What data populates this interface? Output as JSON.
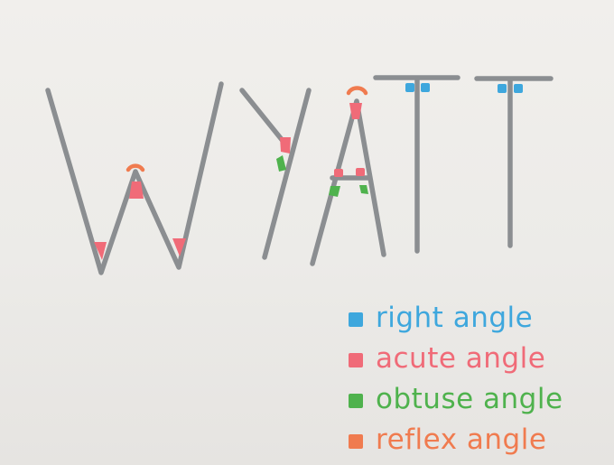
{
  "colors": {
    "letters": "#8b8e91",
    "right": "#3ea7dd",
    "acute": "#f06b78",
    "obtuse": "#4fb24d",
    "reflex": "#f07b4f"
  },
  "word_icon": "wyatt-letters-icon",
  "legend": [
    {
      "key": "right",
      "label": "right angle",
      "icon": "square-icon"
    },
    {
      "key": "acute",
      "label": "acute angle",
      "icon": "square-icon"
    },
    {
      "key": "obtuse",
      "label": "obtuse angle",
      "icon": "square-icon"
    },
    {
      "key": "reflex",
      "label": "reflex angle",
      "icon": "square-icon"
    }
  ]
}
